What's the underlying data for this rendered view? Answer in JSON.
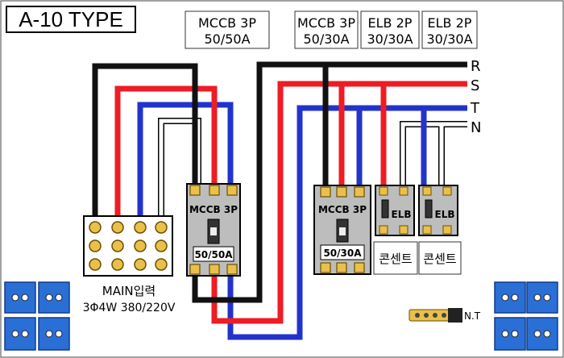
{
  "title": "A-10 TYPE",
  "header_boxes": [
    {
      "line1": "MCCB 3P",
      "line2": "50/50A"
    },
    {
      "line1": "MCCB 3P",
      "line2": "50/30A"
    },
    {
      "line1": "ELB 2P",
      "line2": "30/30A"
    },
    {
      "line1": "ELB 2P",
      "line2": "30/30A"
    }
  ],
  "bus_labels": [
    "R",
    "S",
    "T",
    "N"
  ],
  "breakers": [
    {
      "name": "MCCB 3P",
      "rating": "50/50A"
    },
    {
      "name": "MCCB 3P",
      "rating": "50/30A"
    }
  ],
  "elbs": [
    {
      "label": "ELB"
    },
    {
      "label": "ELB"
    }
  ],
  "outlets": [
    {
      "label": "콘센트"
    },
    {
      "label": "콘센트"
    }
  ],
  "main_input": {
    "line1": "MAIN입력",
    "line2": "3Φ4W 380/220V"
  },
  "nt_label": "N.T",
  "colors": {
    "phase_r": "#111111",
    "phase_s": "#ee1c24",
    "phase_t": "#2233cc",
    "neutral": "#ffffff",
    "panel_bg": "#ffffff",
    "terminal_block": "#2a6fd6"
  }
}
